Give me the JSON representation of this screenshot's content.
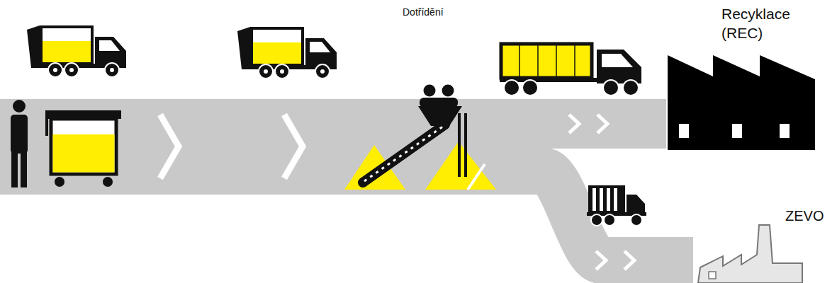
{
  "diagram": {
    "nodes": [
      {
        "text": [
          "Dotřídění"
        ]
      },
      {
        "text": [
          "Recyklace (REC)"
        ]
      },
      {
        "text": [
          "ZEVO"
        ]
      }
    ],
    "edges": [
      {
        "from": 0,
        "to": 1,
        "arrow": "to"
      },
      {
        "from": 0,
        "to": 2,
        "arrow": "to"
      }
    ]
  }
}
